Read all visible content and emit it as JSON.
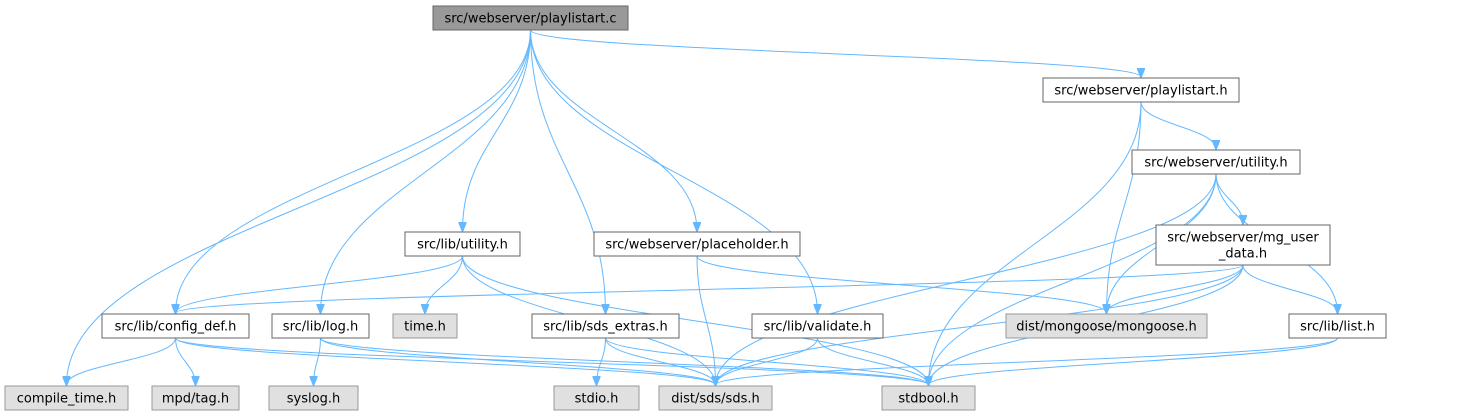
{
  "graph": {
    "nodes": [
      {
        "id": "root",
        "label": "src/webserver/playlistart.c",
        "kind": "root"
      },
      {
        "id": "ws_playlistart_h",
        "label": "src/webserver/playlistart.h",
        "kind": "header"
      },
      {
        "id": "ws_utility_h",
        "label": "src/webserver/utility.h",
        "kind": "header"
      },
      {
        "id": "ws_mg_user_data_h",
        "label": [
          "src/webserver/mg_user",
          "_data.h"
        ],
        "kind": "header"
      },
      {
        "id": "lib_utility_h",
        "label": "src/lib/utility.h",
        "kind": "header"
      },
      {
        "id": "ws_placeholder_h",
        "label": "src/webserver/placeholder.h",
        "kind": "header"
      },
      {
        "id": "lib_config_def_h",
        "label": "src/lib/config_def.h",
        "kind": "header"
      },
      {
        "id": "lib_log_h",
        "label": "src/lib/log.h",
        "kind": "header"
      },
      {
        "id": "time_h",
        "label": "time.h",
        "kind": "system"
      },
      {
        "id": "lib_sds_extras_h",
        "label": "src/lib/sds_extras.h",
        "kind": "header"
      },
      {
        "id": "lib_validate_h",
        "label": "src/lib/validate.h",
        "kind": "header"
      },
      {
        "id": "mongoose_h",
        "label": "dist/mongoose/mongoose.h",
        "kind": "system"
      },
      {
        "id": "lib_list_h",
        "label": "src/lib/list.h",
        "kind": "header"
      },
      {
        "id": "compile_time_h",
        "label": "compile_time.h",
        "kind": "system"
      },
      {
        "id": "mpd_tag_h",
        "label": "mpd/tag.h",
        "kind": "system"
      },
      {
        "id": "syslog_h",
        "label": "syslog.h",
        "kind": "system"
      },
      {
        "id": "stdio_h",
        "label": "stdio.h",
        "kind": "system"
      },
      {
        "id": "sds_h",
        "label": "dist/sds/sds.h",
        "kind": "system"
      },
      {
        "id": "stdbool_h",
        "label": "stdbool.h",
        "kind": "system"
      }
    ],
    "edges": [
      [
        "root",
        "ws_playlistart_h"
      ],
      [
        "root",
        "compile_time_h"
      ],
      [
        "root",
        "lib_config_def_h"
      ],
      [
        "root",
        "lib_log_h"
      ],
      [
        "root",
        "lib_utility_h"
      ],
      [
        "root",
        "lib_sds_extras_h"
      ],
      [
        "root",
        "ws_placeholder_h"
      ],
      [
        "root",
        "lib_validate_h"
      ],
      [
        "ws_playlistart_h",
        "ws_utility_h"
      ],
      [
        "ws_playlistart_h",
        "mongoose_h"
      ],
      [
        "ws_playlistart_h",
        "stdbool_h"
      ],
      [
        "ws_utility_h",
        "ws_mg_user_data_h"
      ],
      [
        "ws_utility_h",
        "mongoose_h"
      ],
      [
        "ws_utility_h",
        "sds_h"
      ],
      [
        "ws_utility_h",
        "lib_list_h"
      ],
      [
        "ws_utility_h",
        "stdbool_h"
      ],
      [
        "ws_mg_user_data_h",
        "lib_config_def_h"
      ],
      [
        "ws_mg_user_data_h",
        "mongoose_h"
      ],
      [
        "ws_mg_user_data_h",
        "lib_list_h"
      ],
      [
        "ws_mg_user_data_h",
        "sds_h"
      ],
      [
        "ws_mg_user_data_h",
        "stdbool_h"
      ],
      [
        "lib_utility_h",
        "lib_config_def_h"
      ],
      [
        "lib_utility_h",
        "time_h"
      ],
      [
        "lib_utility_h",
        "sds_h"
      ],
      [
        "lib_utility_h",
        "stdbool_h"
      ],
      [
        "ws_placeholder_h",
        "mongoose_h"
      ],
      [
        "ws_placeholder_h",
        "sds_h"
      ],
      [
        "lib_config_def_h",
        "compile_time_h"
      ],
      [
        "lib_config_def_h",
        "mpd_tag_h"
      ],
      [
        "lib_config_def_h",
        "sds_h"
      ],
      [
        "lib_config_def_h",
        "stdbool_h"
      ],
      [
        "lib_log_h",
        "syslog_h"
      ],
      [
        "lib_log_h",
        "sds_h"
      ],
      [
        "lib_log_h",
        "stdbool_h"
      ],
      [
        "lib_sds_extras_h",
        "stdio_h"
      ],
      [
        "lib_sds_extras_h",
        "sds_h"
      ],
      [
        "lib_sds_extras_h",
        "stdbool_h"
      ],
      [
        "lib_validate_h",
        "sds_h"
      ],
      [
        "lib_validate_h",
        "stdbool_h"
      ],
      [
        "lib_list_h",
        "sds_h"
      ],
      [
        "lib_list_h",
        "stdbool_h"
      ]
    ]
  },
  "colors": {
    "edge": "#63b8ff",
    "root_fill": "#999999",
    "header_fill": "#ffffff",
    "system_fill": "#e0e0e0",
    "border": "#666666"
  }
}
